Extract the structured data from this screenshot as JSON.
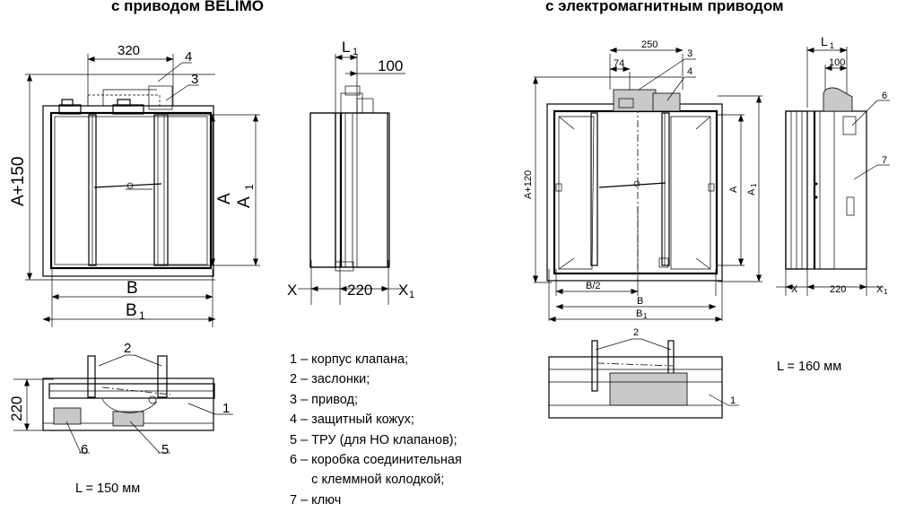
{
  "titles": {
    "belimo": "с приводом BELIMO",
    "electromagnetic": "с электромагнитным приводом"
  },
  "dims": {
    "d320": "320",
    "d100": "100",
    "d220": "220",
    "A150": "A+150",
    "A": "A",
    "A1": "A",
    "sub1": "1",
    "B": "B",
    "B1": "B",
    "X": "X",
    "X1": "X",
    "L1": "L",
    "d250": "250",
    "d74": "74",
    "A120": "A+120",
    "B2": "B/2"
  },
  "callouts": {
    "c1": "1",
    "c2": "2",
    "c3": "3",
    "c4": "4",
    "c5": "5",
    "c6": "6",
    "c7": "7"
  },
  "legend": [
    "1 – корпус клапана;",
    "2 – заслонки;",
    "3 – привод;",
    "4 – защитный кожух;",
    "5 – ТРУ (для НО клапанов);",
    "6 – коробка соединительная",
    "      с клеммной колодкой;",
    "7 – ключ"
  ],
  "notes": {
    "left": "L = 150 мм",
    "right": "L = 160 мм"
  }
}
